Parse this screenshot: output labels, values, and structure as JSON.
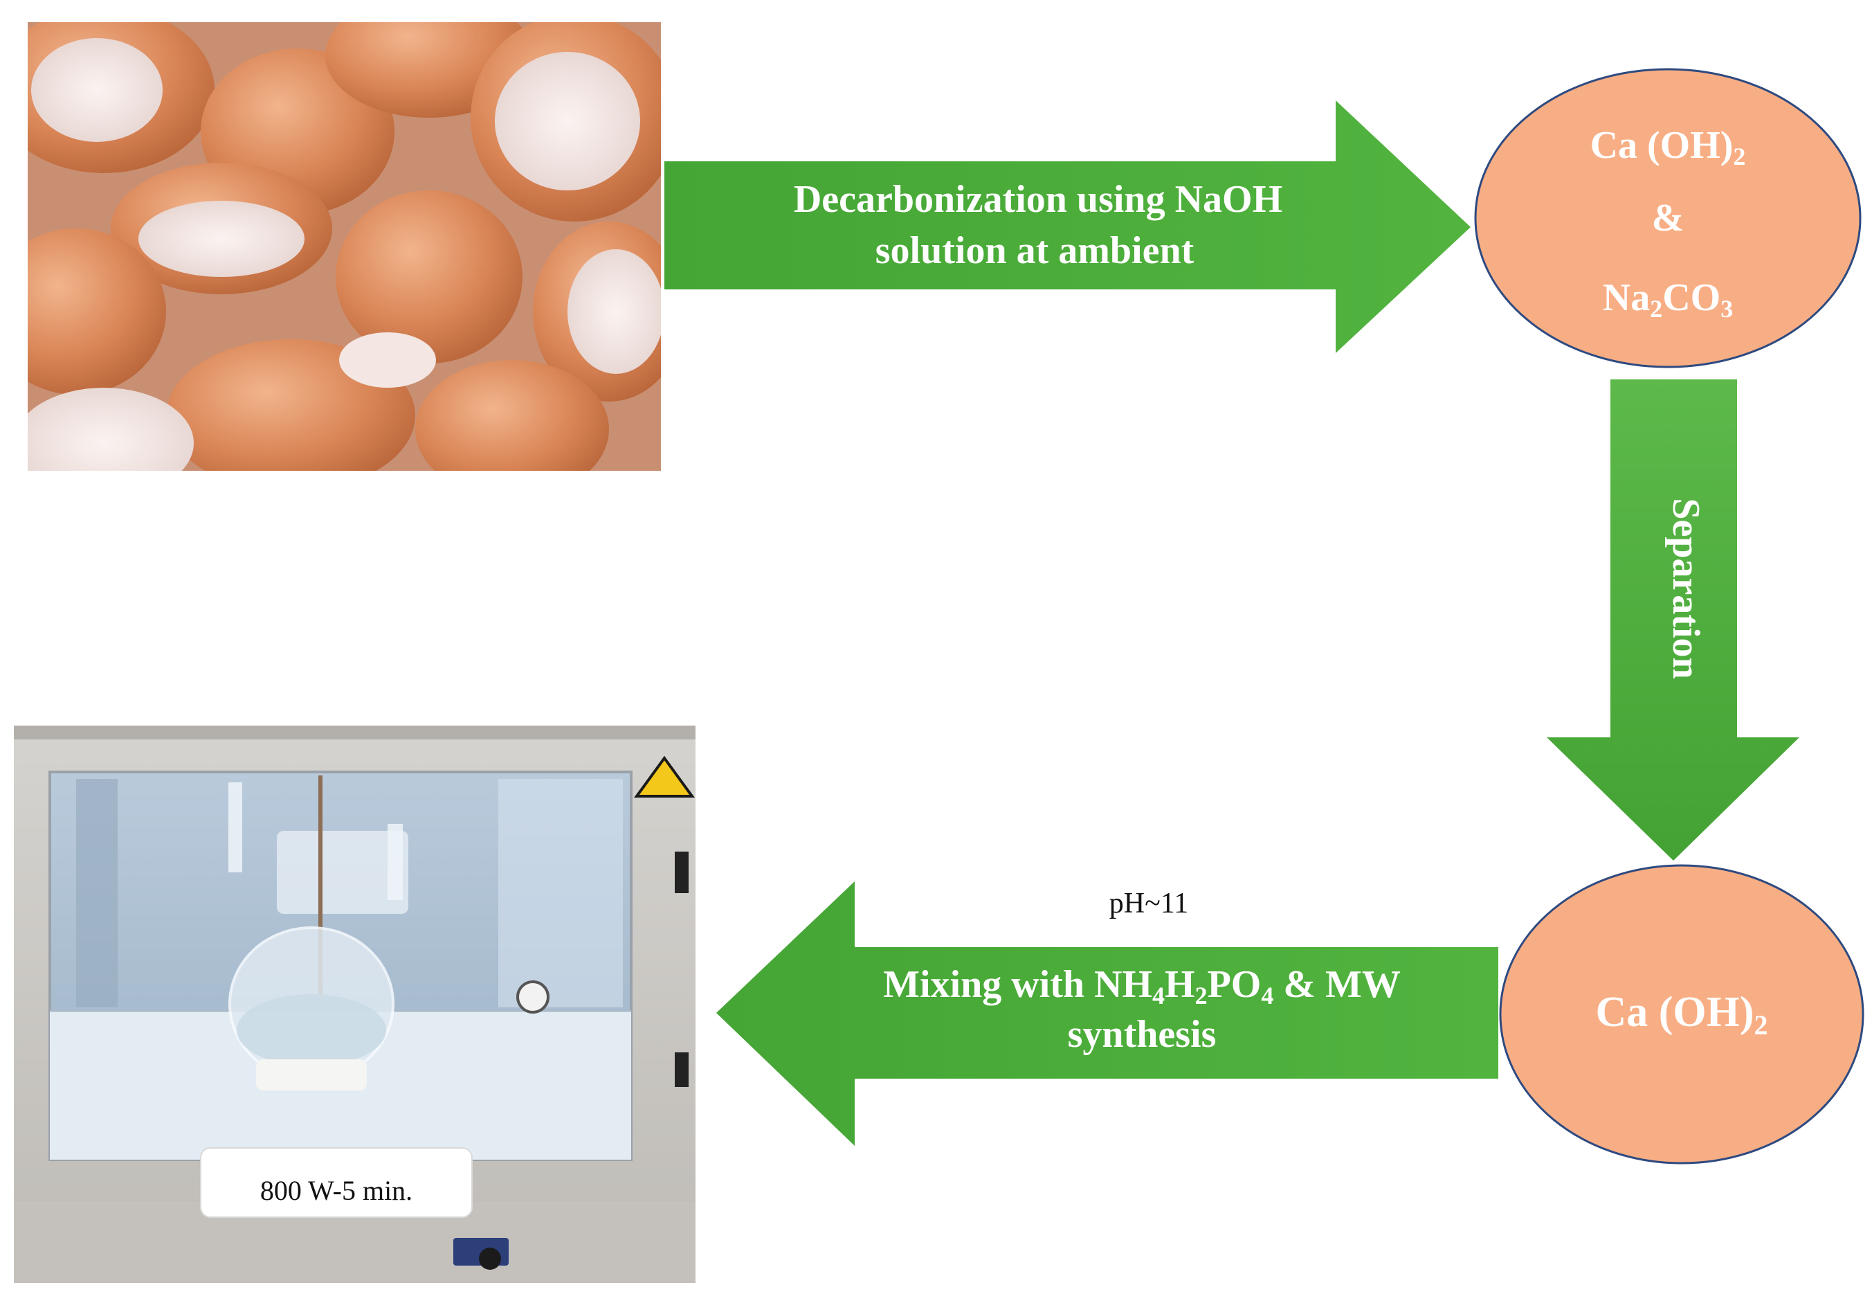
{
  "diagram": {
    "arrow_top_line1": "Decarbonization using NaOH",
    "arrow_top_line2": "solution at ambient",
    "circle_top": {
      "ca_prefix": "Ca (OH)",
      "ca_sub": "2",
      "ampersand": "&",
      "na_prefix": "Na",
      "na_sub1": "2",
      "na_mid": "CO",
      "na_sub2": "3"
    },
    "arrow_down_label": "Separation",
    "circle_bottom": {
      "ca_prefix": "Ca (OH)",
      "ca_sub": "2"
    },
    "ph_label": "pH~11",
    "arrow_bottom": {
      "line1_a": "Mixing with NH",
      "line1_sub1": "4",
      "line1_b": "H",
      "line1_sub2": "2",
      "line1_c": "PO",
      "line1_sub3": "4",
      "line1_d": " & MW",
      "line2": "synthesis"
    },
    "microwave_label": "800 W-5 min.",
    "colors": {
      "arrow_green": "#4aa93a",
      "circle_fill": "#f8ae84",
      "circle_stroke": "#2e4a80"
    }
  }
}
